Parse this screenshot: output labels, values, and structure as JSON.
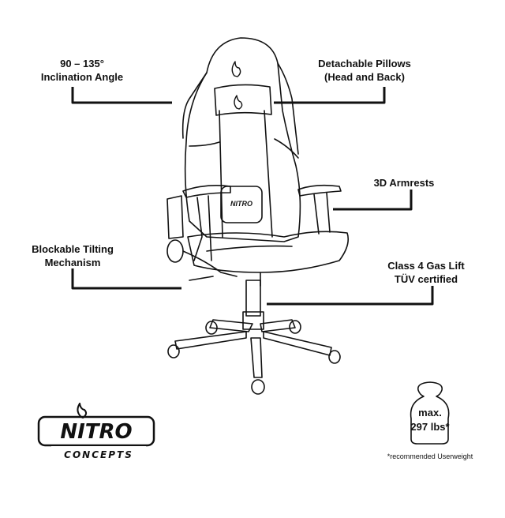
{
  "callouts": {
    "inclination": {
      "line1": "90 – 135°",
      "line2": "Inclination Angle"
    },
    "pillows": {
      "line1": "Detachable Pillows",
      "line2": "(Head and Back)"
    },
    "armrests": {
      "line1": "3D Armrests"
    },
    "tilting": {
      "line1": "Blockable Tilting",
      "line2": "Mechanism"
    },
    "gaslift": {
      "line1": "Class 4 Gas Lift",
      "line2": "TÜV certified"
    }
  },
  "weight": {
    "line1": "max.",
    "line2": "297 lbs*",
    "footnote": "*recommended Userweight"
  },
  "logo": {
    "brand": "NITRO",
    "sub": "CONCEPTS"
  },
  "pillow_logo": "NITRO"
}
